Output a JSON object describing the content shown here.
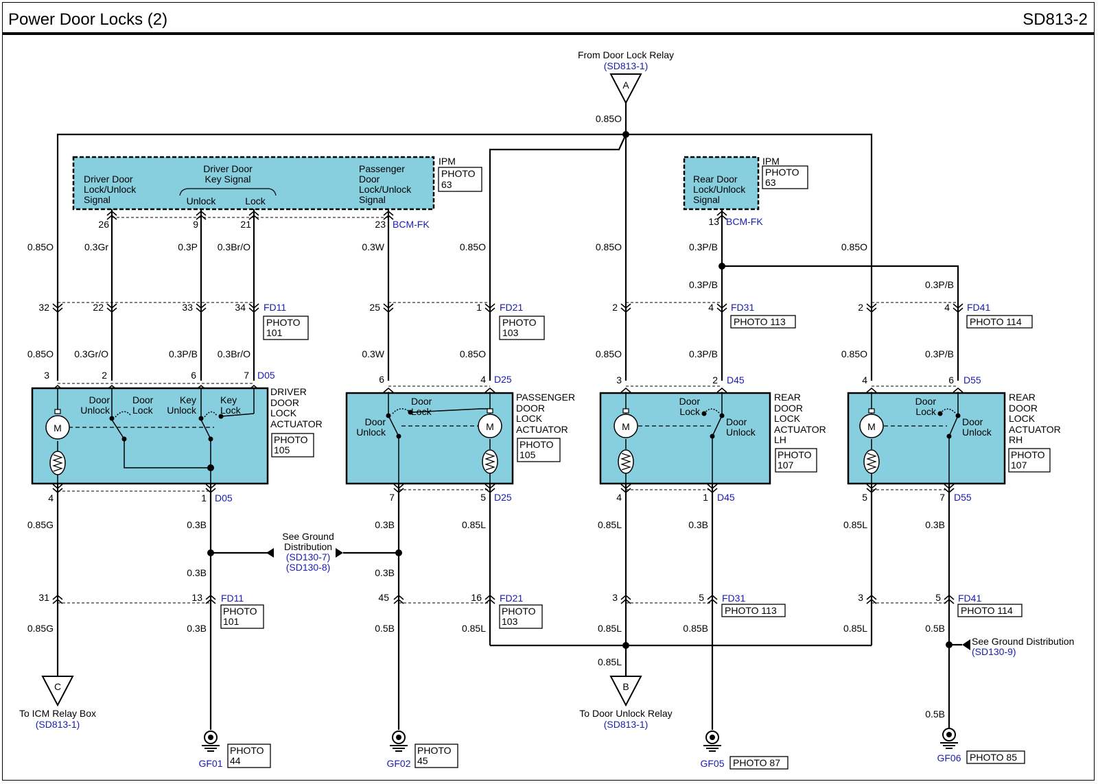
{
  "header": {
    "title": "Power Door Locks (2)",
    "code": "SD813-2"
  },
  "top_connector": {
    "label": "From Door Lock Relay",
    "ref": "(SD813-1)",
    "letter": "A",
    "wire": "0.85O"
  },
  "ipm_left": {
    "name": "IPM",
    "photo1": "PHOTO",
    "photo2": "63",
    "driver_signal": [
      "Driver Door",
      "Lock/Unlock",
      "Signal"
    ],
    "key_signal": [
      "Driver Door",
      "Key Signal"
    ],
    "unlock": "Unlock",
    "lock": "Lock",
    "passenger_signal": [
      "Passenger",
      "Door",
      "Lock/Unlock",
      "Signal"
    ],
    "pins": [
      "26",
      "9",
      "21",
      "23"
    ],
    "connector": "BCM-FK"
  },
  "ipm_right": {
    "name": "IPM",
    "photo1": "PHOTO",
    "photo2": "63",
    "signal": [
      "Rear Door",
      "Lock/Unlock",
      "Signal"
    ],
    "pin": "13",
    "connector": "BCM-FK"
  },
  "wires": {
    "o85": "0.85O",
    "gr03": "0.3Gr",
    "p03": "0.3P",
    "bro03": "0.3Br/O",
    "w03": "0.3W",
    "pb03": "0.3P/B",
    "gro03": "0.3Gr/O",
    "g85": "0.85G",
    "b03": "0.3B",
    "l85": "0.85L",
    "b05": "0.5B",
    "b85": "0.85B"
  },
  "fd_top": {
    "fd11": {
      "name": "FD11",
      "pins": [
        "32",
        "22",
        "33",
        "34"
      ],
      "photo1": "PHOTO",
      "photo2": "101"
    },
    "fd21": {
      "name": "FD21",
      "pins": [
        "25",
        "1"
      ],
      "photo1": "PHOTO",
      "photo2": "103"
    },
    "fd31": {
      "name": "FD31",
      "pins": [
        "2",
        "4"
      ],
      "photo": "PHOTO 113"
    },
    "fd41": {
      "name": "FD41",
      "pins": [
        "2",
        "4"
      ],
      "photo": "PHOTO 114"
    }
  },
  "actuators": {
    "driver": {
      "conn": "D05",
      "top_pins": [
        "3",
        "2",
        "6",
        "7"
      ],
      "bottom_pins": [
        "4",
        "1"
      ],
      "title": [
        "DRIVER",
        "DOOR",
        "LOCK",
        "ACTUATOR"
      ],
      "photo1": "PHOTO",
      "photo2": "105",
      "door_unlock": [
        "Door",
        "Unlock"
      ],
      "door_lock": [
        "Door",
        "Lock"
      ],
      "key_unlock": [
        "Key",
        "Unlock"
      ],
      "key_lock": [
        "Key",
        "Lock"
      ],
      "motor": "M"
    },
    "passenger": {
      "conn": "D25",
      "top_pins": [
        "6",
        "4"
      ],
      "bottom_pins": [
        "7",
        "5"
      ],
      "title": [
        "PASSENGER",
        "DOOR",
        "LOCK",
        "ACTUATOR"
      ],
      "photo1": "PHOTO",
      "photo2": "105",
      "door_lock": [
        "Door",
        "Lock"
      ],
      "door_unlock": [
        "Door",
        "Unlock"
      ],
      "motor": "M"
    },
    "rear_lh": {
      "conn": "D45",
      "top_pins": [
        "3",
        "2"
      ],
      "bottom_pins": [
        "4",
        "1"
      ],
      "title": [
        "REAR",
        "DOOR",
        "LOCK",
        "ACTUATOR",
        "LH"
      ],
      "photo1": "PHOTO",
      "photo2": "107",
      "door_lock": [
        "Door",
        "Lock"
      ],
      "door_unlock": [
        "Door",
        "Unlock"
      ],
      "motor": "M"
    },
    "rear_rh": {
      "conn": "D55",
      "top_pins": [
        "4",
        "6"
      ],
      "bottom_pins": [
        "5",
        "7"
      ],
      "title": [
        "REAR",
        "DOOR",
        "LOCK",
        "ACTUATOR",
        "RH"
      ],
      "photo1": "PHOTO",
      "photo2": "107",
      "door_lock": [
        "Door",
        "Lock"
      ],
      "door_unlock": [
        "Door",
        "Unlock"
      ],
      "motor": "M"
    }
  },
  "ground_ref": {
    "label": [
      "See Ground",
      "Distribution"
    ],
    "refs": [
      "(SD130-7)",
      "(SD130-8)"
    ]
  },
  "ground_ref_right": {
    "label": "See Ground Distribution",
    "ref": "(SD130-9)"
  },
  "fd_bottom": {
    "fd11": {
      "name": "FD11",
      "pins": [
        "31",
        "13"
      ],
      "photo1": "PHOTO",
      "photo2": "101"
    },
    "fd21": {
      "name": "FD21",
      "pins": [
        "45",
        "16"
      ],
      "photo1": "PHOTO",
      "photo2": "103"
    },
    "fd31": {
      "name": "FD31",
      "pins": [
        "3",
        "5"
      ],
      "photo": "PHOTO 113"
    },
    "fd41": {
      "name": "FD41",
      "pins": [
        "3",
        "5"
      ],
      "photo": "PHOTO 114"
    }
  },
  "bottom_connectors": {
    "c": {
      "letter": "C",
      "label": "To ICM Relay Box",
      "ref": "(SD813-1)"
    },
    "b": {
      "letter": "B",
      "label": "To Door Unlock Relay",
      "ref": "(SD813-1)"
    }
  },
  "grounds": {
    "gf01": {
      "name": "GF01",
      "photo1": "PHOTO",
      "photo2": "44"
    },
    "gf02": {
      "name": "GF02",
      "photo1": "PHOTO",
      "photo2": "45"
    },
    "gf05": {
      "name": "GF05",
      "photo": "PHOTO 87"
    },
    "gf06": {
      "name": "GF06",
      "photo": "PHOTO 85"
    }
  },
  "colors": {
    "module_fill": "#87cedf",
    "ref_blue": "#1a1ab4",
    "line": "#000000"
  }
}
